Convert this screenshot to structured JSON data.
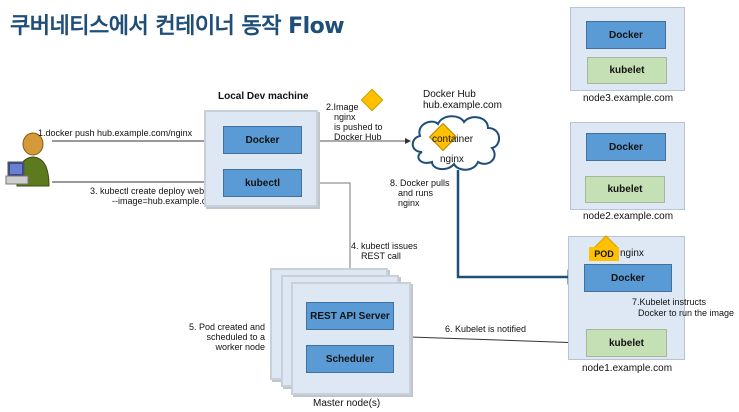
{
  "title": "쿠버네티스에서 컨테이너 동작 Flow",
  "local_dev": {
    "label": "Local Dev machine",
    "docker": "Docker",
    "kubectl": "kubectl"
  },
  "docker_hub": {
    "label_line1": "Docker Hub",
    "label_line2": "hub.example.com",
    "container": "container",
    "image": "nginx"
  },
  "master": {
    "label": "Master node(s)",
    "api_server": "REST API Server",
    "scheduler": "Scheduler"
  },
  "nodes": [
    {
      "name": "node3.example.com",
      "docker": "Docker",
      "kubelet": "kubelet"
    },
    {
      "name": "node2.example.com",
      "docker": "Docker",
      "kubelet": "kubelet"
    },
    {
      "name": "node1.example.com",
      "docker": "Docker",
      "kubelet": "kubelet",
      "pod": "POD",
      "pod_image": "nginx"
    }
  ],
  "steps": {
    "s1": "1.docker push hub.example.com/nginx",
    "s2": [
      "2.Image",
      "nginx",
      "is pushed to",
      "Docker Hub"
    ],
    "s3": [
      "3. kubectl create deploy web ₩",
      "--image=hub.example.com/nginx"
    ],
    "s4": [
      "4. kubectl  issues",
      "REST call"
    ],
    "s5": [
      "5. Pod created and",
      "scheduled to a",
      "worker node"
    ],
    "s6": "6. Kubelet is notified",
    "s7": [
      "7.Kubelet   instructs",
      "Docker to run the image"
    ],
    "s8": [
      "8. Docker pulls",
      "and runs",
      "nginx"
    ]
  },
  "colors": {
    "title": "#1f4e79",
    "docker_box": "#5b9bd5",
    "kubelet_box": "#c5e0b4",
    "panel": "#dde8f4",
    "image_diamond": "#ffc000",
    "pull_line": "#1f4e79"
  }
}
